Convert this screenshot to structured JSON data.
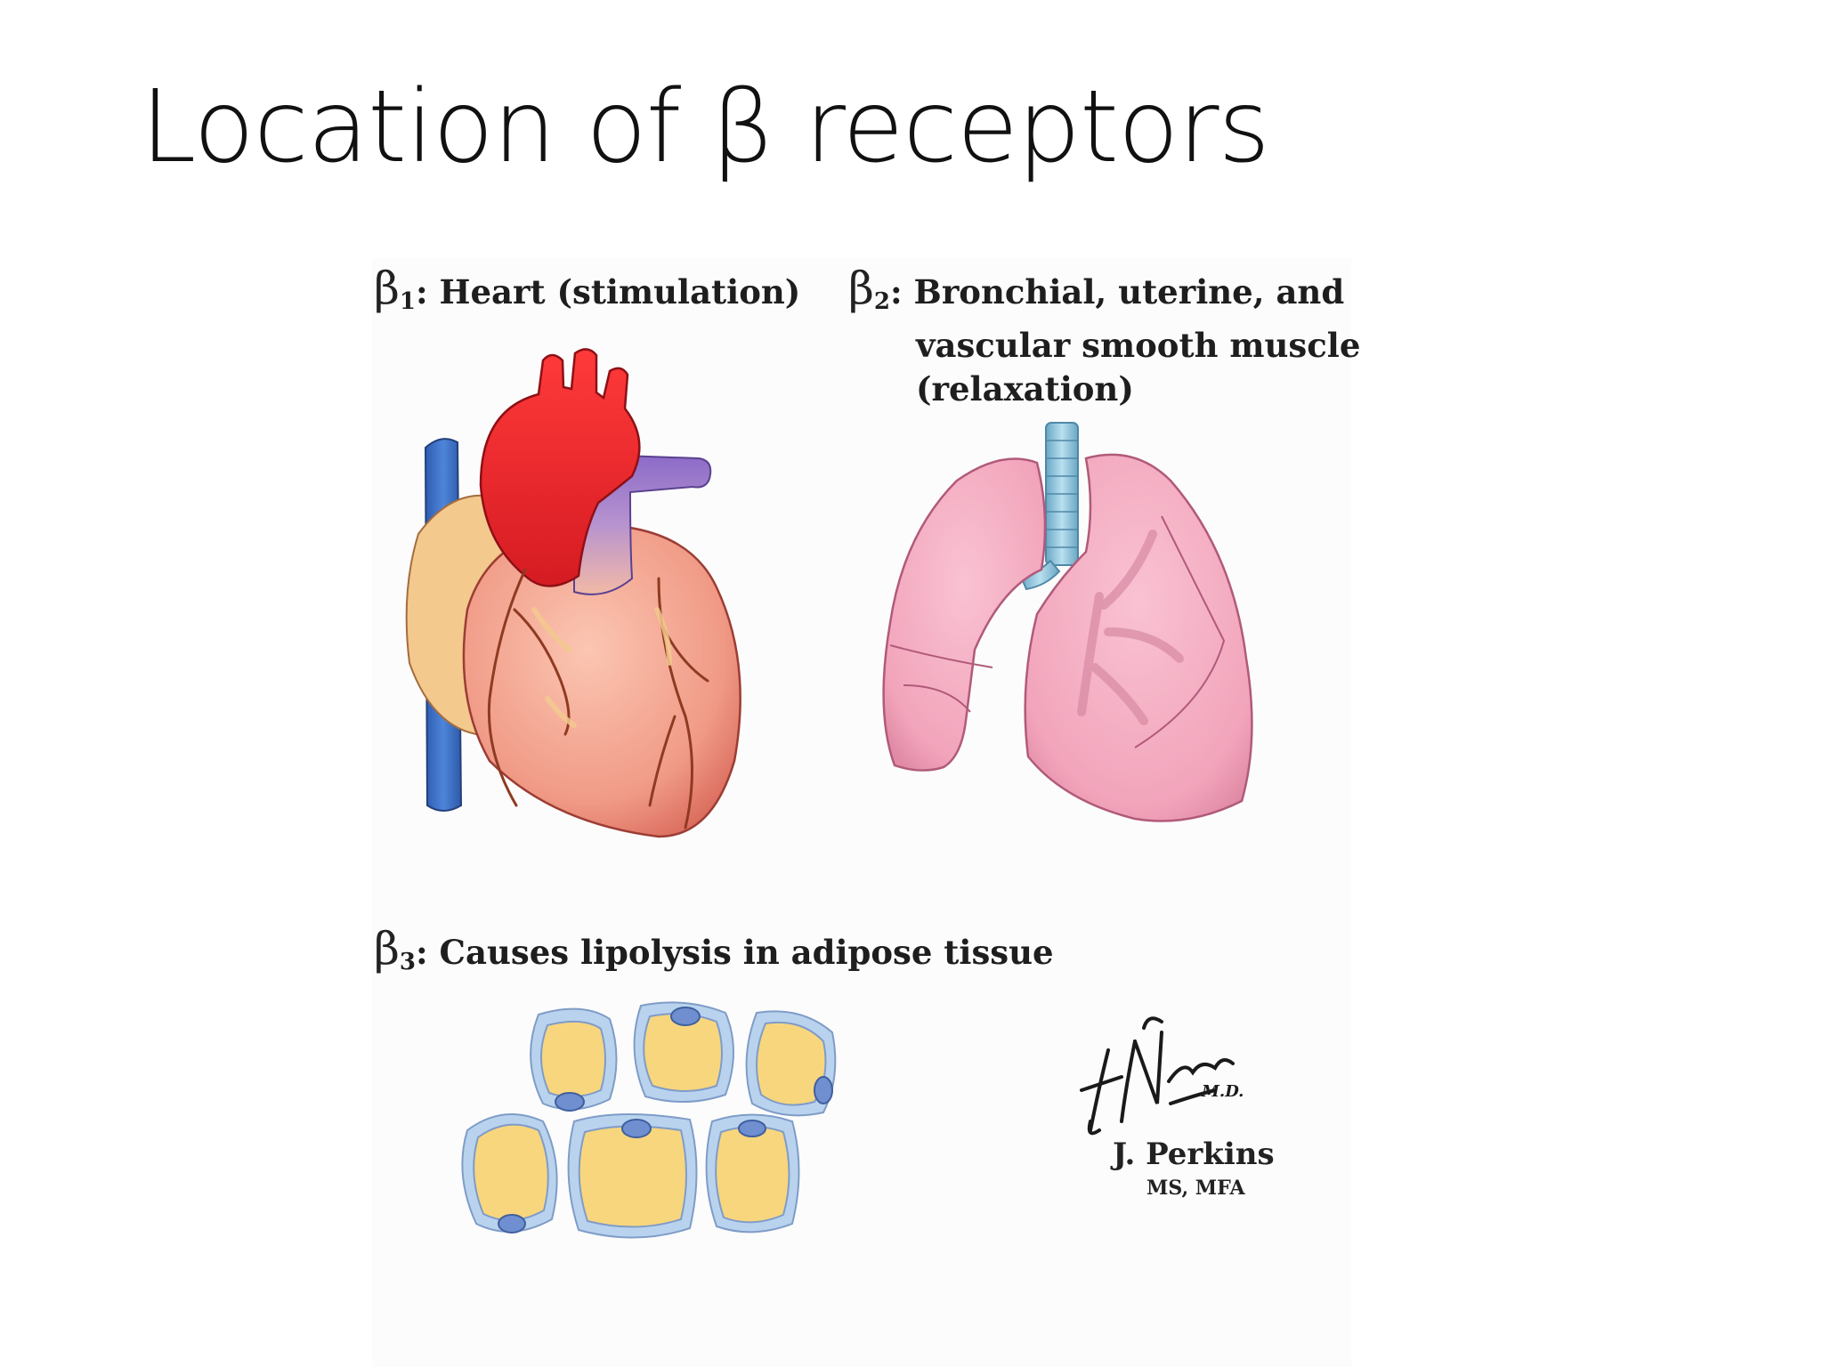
{
  "slide": {
    "title": "Location of β receptors"
  },
  "panels": {
    "beta1": {
      "symbol": "β",
      "subscript": "1",
      "text": ": Heart (stimulation)"
    },
    "beta2": {
      "symbol": "β",
      "subscript": "2",
      "line1": ": Bronchial, uterine, and",
      "line2": "vascular smooth muscle",
      "line3": "(relaxation)"
    },
    "beta3": {
      "symbol": "β",
      "subscript": "3",
      "text": ": Causes lipolysis in adipose tissue"
    }
  },
  "credit": {
    "signature": "F. Netter M.D.",
    "name": "J. Perkins",
    "degrees": "MS, MFA"
  },
  "colors": {
    "aorta": "#e0202a",
    "vein": "#3f6fc4",
    "myocardium": "#f2a590",
    "lung": "#f4a8bf",
    "trachea": "#8cc3dc",
    "fat_cell": "#f8d67e",
    "cell_membrane": "#a9c7e6",
    "nucleus": "#6f8fd0"
  }
}
